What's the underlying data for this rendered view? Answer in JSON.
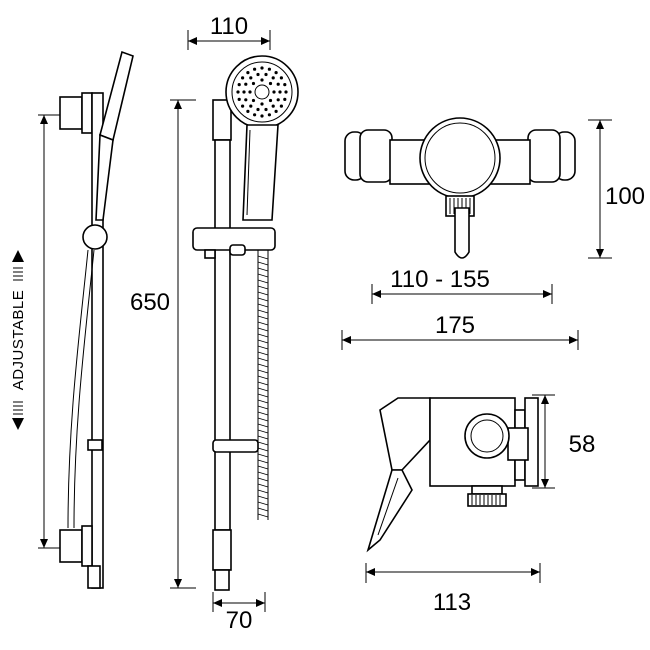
{
  "dimensions": {
    "head_width": "110",
    "rail_height": "650",
    "rail_depth": "70",
    "valve_height": "100",
    "valve_centres": "110 - 155",
    "valve_width": "175",
    "valve_depth": "58",
    "valve_projection": "113"
  },
  "labels": {
    "adjustable": "ADJUSTABLE"
  }
}
